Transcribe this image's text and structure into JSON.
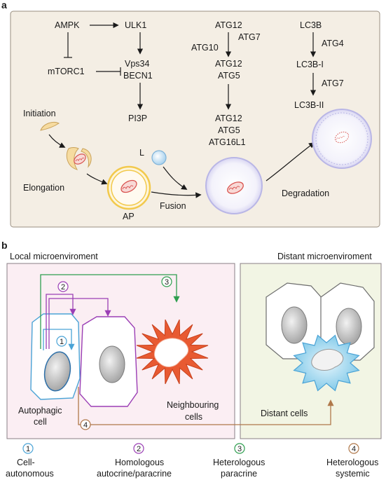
{
  "panel_a": {
    "label": "a",
    "ampk": "AMPK",
    "ulk1": "ULK1",
    "mtorc1": "mTORC1",
    "vps34": "Vps34",
    "becn1": "BECN1",
    "pi3p": "PI3P",
    "atg12_top": "ATG12",
    "atg7_1": "ATG7",
    "atg10": "ATG10",
    "atg12_mid": "ATG12",
    "atg5_mid": "ATG5",
    "atg12_bot": "ATG12",
    "atg5_bot": "ATG5",
    "atg16l1": "ATG16L1",
    "lc3b": "LC3B",
    "atg4": "ATG4",
    "lc3b_i": "LC3B-I",
    "atg7_2": "ATG7",
    "lc3b_ii": "LC3B-II",
    "initiation": "Initiation",
    "elongation": "Elongation",
    "ap": "AP",
    "l": "L",
    "fusion": "Fusion",
    "degradation": "Degradation"
  },
  "panel_b": {
    "label": "b",
    "local_title": "Local microenviroment",
    "distant_title": "Distant microenviroment",
    "autophagic_cell_1": "Autophagic",
    "autophagic_cell_2": "cell",
    "neighbouring_1": "Neighbouring",
    "neighbouring_2": "cells",
    "distant_cells": "Distant cells"
  },
  "legend": [
    {
      "num": "1",
      "line1": "Cell-",
      "line2": "autonomous",
      "color": "#4aa3d6"
    },
    {
      "num": "2",
      "line1": "Homologous",
      "line2": "autocrine/paracrine",
      "color": "#9b3fb5"
    },
    {
      "num": "3",
      "line1": "Heterologous",
      "line2": "paracrine",
      "color": "#2e9e4f"
    },
    {
      "num": "4",
      "line1": "Heterologous",
      "line2": "systemic",
      "color": "#b0784a"
    }
  ],
  "colors": {
    "panel_a_bg": "#f4eee4",
    "local_bg": "#fbeef3",
    "distant_bg": "#f2f5e4",
    "autophagosome": "#f2c94c",
    "lysosome": "#9ac7e8",
    "autolysosome": "#b9b6e6",
    "mito": "#d9534f",
    "neighbour": "#e85a32",
    "distant_cell": "#7ec8e8"
  },
  "icons": [
    "mitochondrion-icon",
    "phagophore-icon",
    "lysosome-icon",
    "autophagosome-icon",
    "autolysosome-icon",
    "degraded-vesicle-icon"
  ]
}
